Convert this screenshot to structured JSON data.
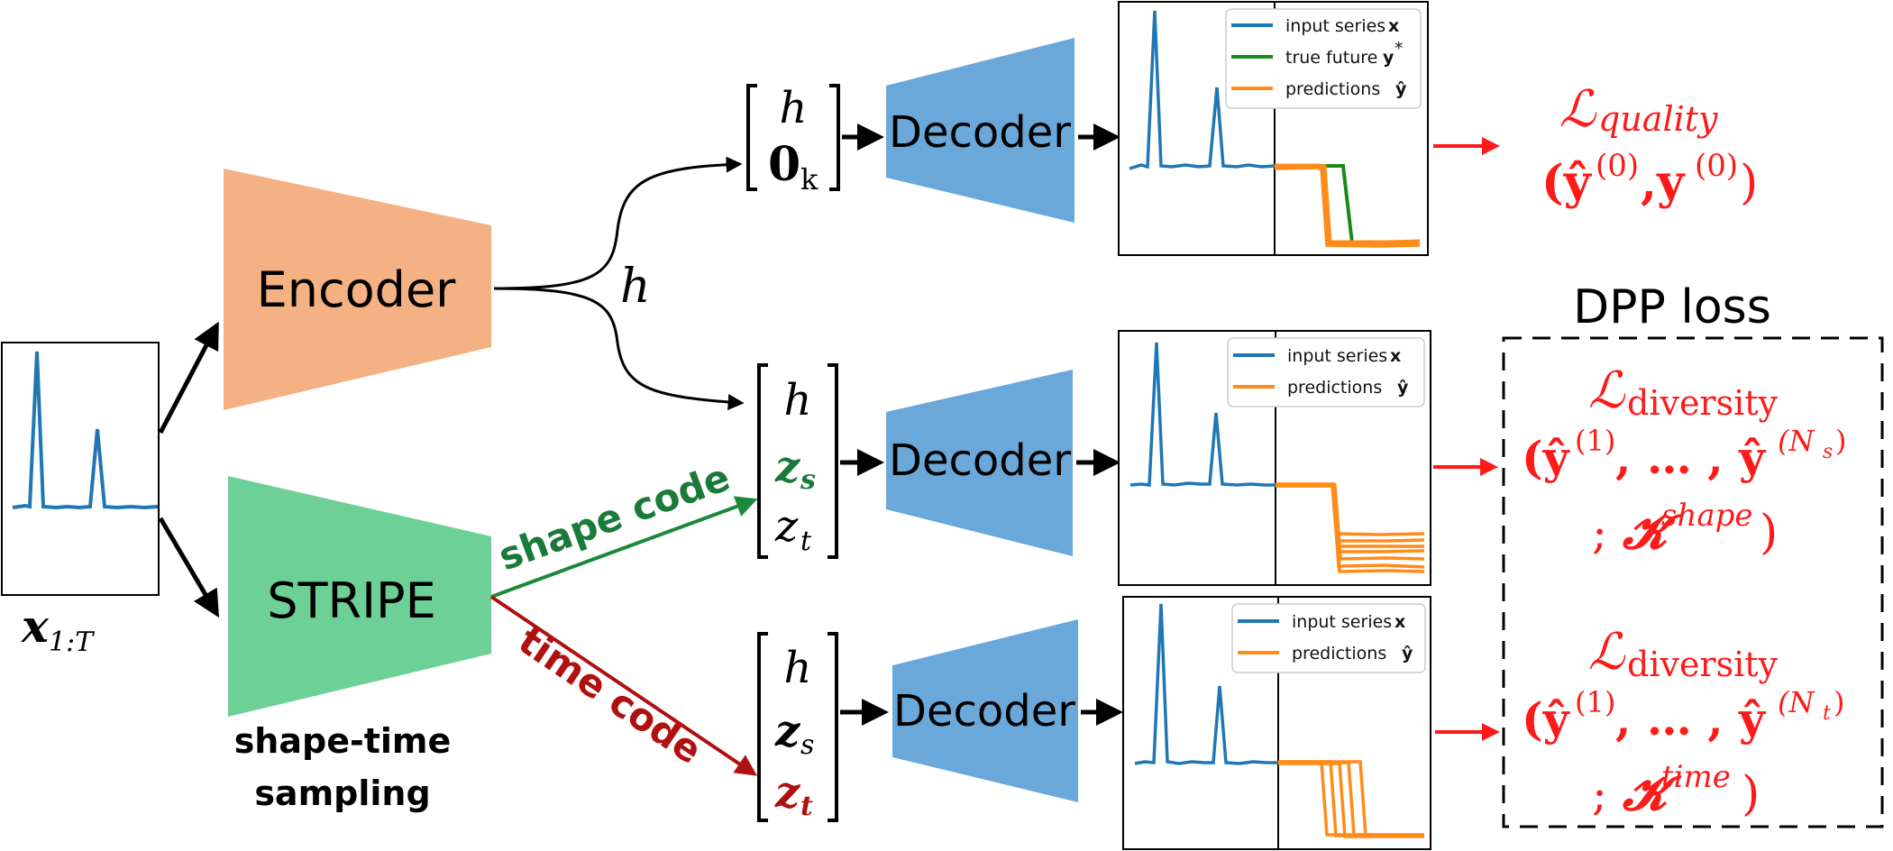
{
  "colors": {
    "encoder": "#f4b183",
    "stripe": "#6dd096",
    "decoder": "#6aa8da",
    "series_blue": "#1f77b4",
    "truth_green": "#1a8a1a",
    "pred_orange": "#ff8c19",
    "loss_red": "#ff1a1a",
    "shape_green": "#1a7a3a",
    "time_red": "#b01010"
  },
  "input": {
    "label_main": "x",
    "label_sub": "1:T"
  },
  "encoder": {
    "label": "Encoder"
  },
  "stripe": {
    "label": "STRIPE",
    "caption_line1": "shape-time",
    "caption_line2": "sampling"
  },
  "hidden": {
    "label": "h"
  },
  "arrows": {
    "shape_code": "shape code",
    "time_code": "time code"
  },
  "vectors": {
    "top": {
      "r1": "h",
      "r2": "0",
      "r2_sub": "k"
    },
    "middle": {
      "r1": "h",
      "r2": "z",
      "r2_sub": "s",
      "r3": "z",
      "r3_sub": "t"
    },
    "bottom": {
      "r1": "h",
      "r2": "z",
      "r2_sub": "s",
      "r3": "z",
      "r3_sub": "t"
    }
  },
  "decoder": {
    "label": "Decoder"
  },
  "legend": {
    "input_series": "input series",
    "input_symbol": "x",
    "true_future": "true future",
    "true_symbol": "y",
    "true_sup": "*",
    "predictions": "predictions",
    "pred_symbol": "ŷ"
  },
  "losses": {
    "quality": {
      "L": "ℒ",
      "sub": "quality",
      "args": "(ŷ",
      "sup0a": "(0)",
      "comma": ",y",
      "sup0b": "(0)",
      "close": ")"
    },
    "dpp_title": "DPP loss",
    "shape": {
      "L": "ℒ",
      "sub": "diversity",
      "open": "(ŷ",
      "sup1": "(1)",
      "mid": ", … , ŷ",
      "supN": "(N",
      "supN_sub": "s",
      "supN_close": ")",
      "line3_pre": "; ",
      "K": "𝓚",
      "Ksup": "shape",
      "close": ")"
    },
    "time": {
      "L": "ℒ",
      "sub": "diversity",
      "open": "(ŷ",
      "sup1": "(1)",
      "mid": ", … , ŷ",
      "supN": "(N",
      "supN_sub": "t",
      "supN_close": ")",
      "line3_pre": "; ",
      "K": "𝓚",
      "Ksup": "time",
      "close": ")"
    }
  }
}
